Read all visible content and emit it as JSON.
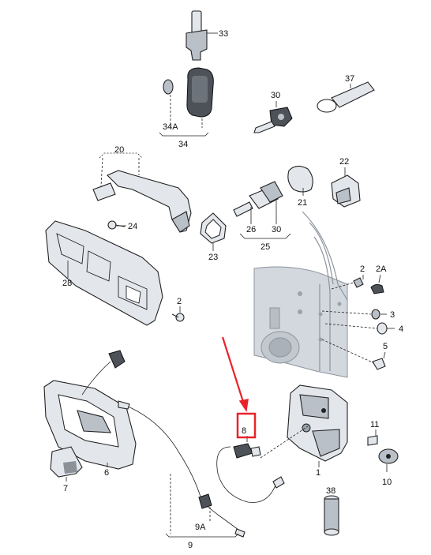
{
  "labels": {
    "l33": "33",
    "l34": "34",
    "l34a": "34A",
    "l30": "30",
    "l37": "37",
    "l20": "20",
    "l22": "22",
    "l21": "21",
    "l24": "24",
    "l26": "26",
    "l30b": "30",
    "l25": "25",
    "l23": "23",
    "l28": "28",
    "l2a": "2",
    "l2b": "2",
    "l2A": "2A",
    "l3": "3",
    "l4": "4",
    "l5": "5",
    "l8": "8",
    "l11": "11",
    "l1": "1",
    "l10": "10",
    "l6": "6",
    "l7": "7",
    "l38": "38",
    "l9A": "9A",
    "l9": "9"
  },
  "colors": {
    "highlight": "#e8232a",
    "arrow": "#e8232a",
    "part_fill": "#e3e7ec",
    "line": "#222222"
  }
}
